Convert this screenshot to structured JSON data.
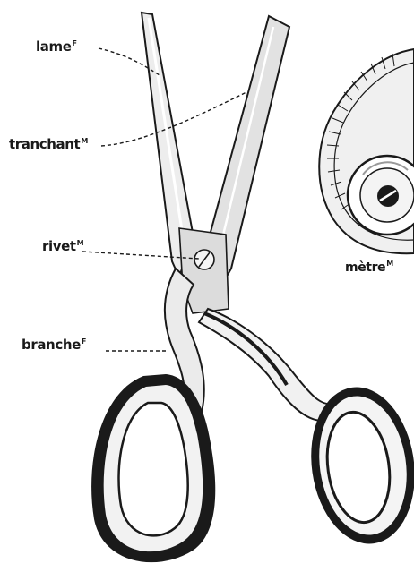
{
  "labels": {
    "lame": {
      "text": "lame",
      "gender": "F"
    },
    "tranchant": {
      "text": "tranchant",
      "gender": "M"
    },
    "rivet": {
      "text": "rivet",
      "gender": "M"
    },
    "branche": {
      "text": "branche",
      "gender": "F"
    },
    "metre": {
      "text": "mètre",
      "gender": "M"
    }
  },
  "colors": {
    "ink": "#1a1a1a",
    "steel_light": "#e6e6e6",
    "steel_mid": "#bdbdbd",
    "background": "#ffffff"
  }
}
